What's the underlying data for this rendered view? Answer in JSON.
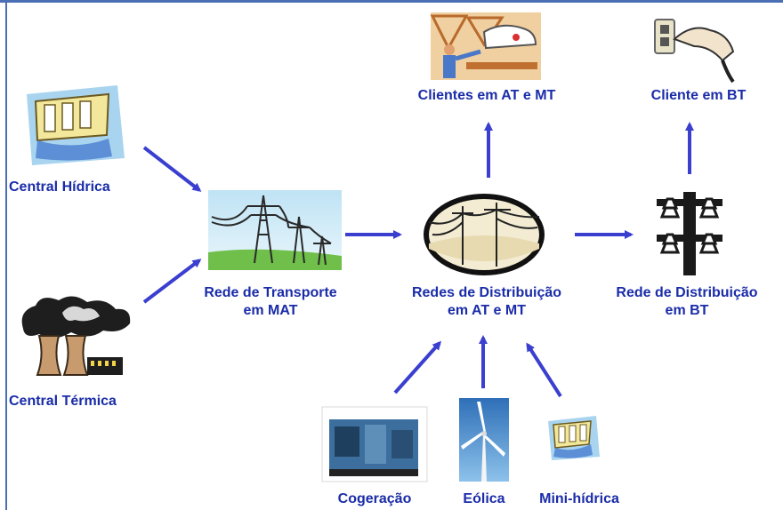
{
  "nodes": {
    "central_hidrica": {
      "label": "Central Hídrica",
      "icon": "hydro-dam-icon"
    },
    "central_termica": {
      "label": "Central Térmica",
      "icon": "thermal-plant-icon"
    },
    "rede_transporte": {
      "label_line1": "Rede de Transporte",
      "label_line2": "em MAT",
      "icon": "transmission-towers-icon"
    },
    "redes_distribuicao": {
      "label_line1": "Redes de Distribuição",
      "label_line2": "em AT e MT",
      "icon": "distribution-lines-icon"
    },
    "rede_distribuicao_bt": {
      "label_line1": "Rede de Distribuição",
      "label_line2": "em BT",
      "icon": "insulator-pole-icon"
    },
    "clientes_at_mt": {
      "label": "Clientes em AT e MT",
      "icon": "industrial-worker-icon"
    },
    "cliente_bt": {
      "label": "Cliente em BT",
      "icon": "wall-socket-plug-icon"
    },
    "cogeracao": {
      "label": "Cogeração",
      "icon": "cogeneration-unit-icon"
    },
    "eolica": {
      "label": "Eólica",
      "icon": "wind-turbine-icon"
    },
    "mini_hidrica": {
      "label": "Mini-hídrica",
      "icon": "mini-hydro-icon"
    }
  },
  "edges": [
    {
      "from": "central_hidrica",
      "to": "rede_transporte"
    },
    {
      "from": "central_termica",
      "to": "rede_transporte"
    },
    {
      "from": "rede_transporte",
      "to": "redes_distribuicao"
    },
    {
      "from": "redes_distribuicao",
      "to": "rede_distribuicao_bt"
    },
    {
      "from": "redes_distribuicao",
      "to": "clientes_at_mt"
    },
    {
      "from": "rede_distribuicao_bt",
      "to": "cliente_bt"
    },
    {
      "from": "cogeracao",
      "to": "redes_distribuicao"
    },
    {
      "from": "eolica",
      "to": "redes_distribuicao"
    },
    {
      "from": "mini_hidrica",
      "to": "redes_distribuicao"
    }
  ],
  "colors": {
    "label": "#1a2ca8",
    "arrow": "#3a3fd0",
    "frame": "#4a6fb5"
  }
}
